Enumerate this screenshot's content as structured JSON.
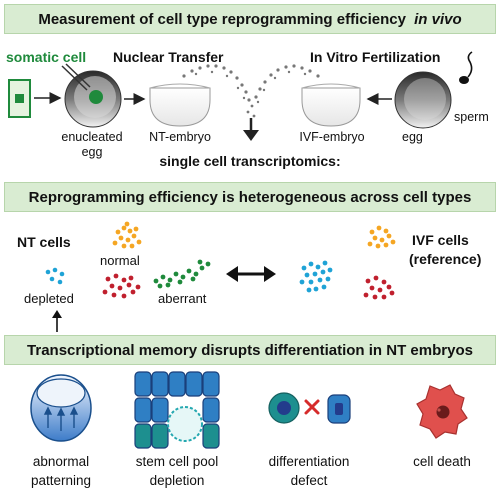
{
  "header": {
    "title_main": "Measurement of cell type reprogramming efficiency ",
    "title_italic": "in vivo"
  },
  "top": {
    "somatic_cell": "somatic cell",
    "nuclear_transfer": "Nuclear Transfer",
    "ivf": "In Vitro Fertilization",
    "enucleated": "enucleated",
    "egg_left": "egg",
    "nt_embryo": "NT-embryo",
    "ivf_embryo": "IVF-embryo",
    "egg_right": "egg",
    "sperm": "sperm",
    "single_cell": "single cell transcriptomics:"
  },
  "middle": {
    "title": "Reprogramming efficiency is heterogeneous across cell types",
    "nt_cells": "NT cells",
    "normal": "normal",
    "depleted": "depleted",
    "aberrant": "aberrant",
    "ivf_cells": "IVF cells",
    "reference": "(reference)"
  },
  "bottom": {
    "title": "Transcriptional memory disrupts differentiation in NT embryos",
    "items": [
      {
        "line1": "abnormal",
        "line2": "patterning"
      },
      {
        "line1": "stem cell pool",
        "line2": "depletion"
      },
      {
        "line1": "differentiation",
        "line2": "defect"
      },
      {
        "line1": "cell death",
        "line2": ""
      }
    ]
  },
  "colors": {
    "band": "#d9ecd2",
    "somatic_green": "#1f8a3c",
    "cluster_orange": "#f5a623",
    "cluster_red": "#c0202e",
    "cluster_green": "#1f8a3c",
    "cluster_blue": "#1fa3d6",
    "stem_blue": "#2f7fc4",
    "stem_teal": "#1d8f8f",
    "death_red": "#e0504d"
  }
}
